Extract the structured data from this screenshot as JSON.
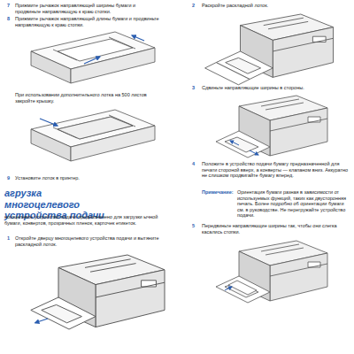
{
  "diagram": {
    "title": "агрузка многоцелевого устройства подачи",
    "labels": [
      "7",
      "Прижмите рычажок направляющей ширины бумаги и продвиньте направляющую к краю стопки.",
      "8",
      "Прижмите рычажок направляющей длины бумаги и продвиньте направляющую к краю стопки.",
      "При использовании дополнительного лотка на 500 листов закройте крышку.",
      "9",
      "Установите лоток в принтер.",
      "ногоцелевое устройство подачи предназначено для загрузки ычной бумаги, конвертов, прозрачных пленок, карточек етикеток.",
      "1",
      "Откройте дверцу многоцелевого устройства подачи и вытяните раскладной лоток.",
      "2",
      "Раскройте раскладной лоток.",
      "3",
      "Сдвиньте направляющие ширины в стороны.",
      "4",
      "Положите в устройство подачи бумагу предназначенной для печати стороной вверх, а конверты — клапаном вниз. Аккуратно не слишком продвигайте бумагу вперед.",
      "Примечание:",
      "Ориентация бумаги разная в зависимости от используемых функций, таких как двусторонняя печать. Более подробно об ориентации бумаги см. в руководстве. Не перегружайте устройство подачи.",
      "5",
      "Передвиньте направляющие ширины так, чтобы они слегка касались стопки."
    ]
  }
}
